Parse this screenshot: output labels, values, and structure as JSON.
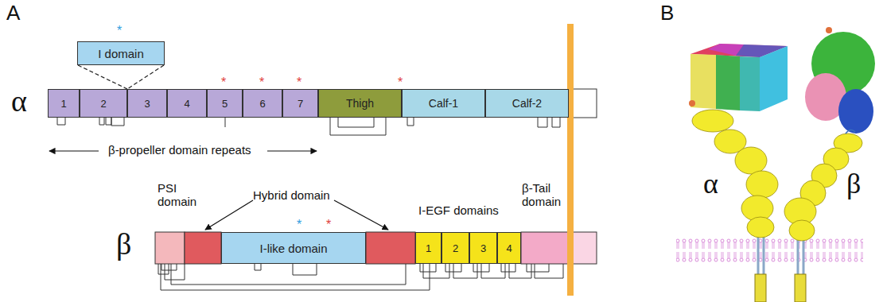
{
  "diagram": {
    "nodes": [
      {
        "text": [
          "I domain"
        ]
      },
      {
        "text": [
          "1"
        ]
      },
      {
        "text": [
          "2"
        ]
      },
      {
        "text": [
          "3"
        ]
      },
      {
        "text": [
          "4"
        ]
      },
      {
        "text": [
          "5"
        ]
      },
      {
        "text": [
          "6"
        ]
      },
      {
        "text": [
          "7"
        ]
      },
      {
        "text": [
          "Thigh"
        ]
      },
      {
        "text": [
          "Calf-1"
        ]
      },
      {
        "text": [
          "Calf-2"
        ]
      },
      {
        "text": [
          "I-like domain"
        ]
      },
      {
        "text": [
          "1"
        ]
      },
      {
        "text": [
          "2"
        ]
      },
      {
        "text": [
          "3"
        ]
      },
      {
        "text": [
          "4"
        ]
      }
    ],
    "edges": [
      {
        "from": 0,
        "to": 2,
        "arrow": "none"
      },
      {
        "from": 0,
        "to": 3,
        "arrow": "none"
      }
    ],
    "labels": [
      "A",
      "B",
      "α",
      "*",
      "*",
      "*",
      "*",
      "*",
      "β-propeller domain repeats",
      "β",
      "PSI domain",
      "Hybrid domain",
      "*",
      "*",
      "I-EGF domains",
      "β-Tail domain",
      "α",
      "β"
    ]
  }
}
